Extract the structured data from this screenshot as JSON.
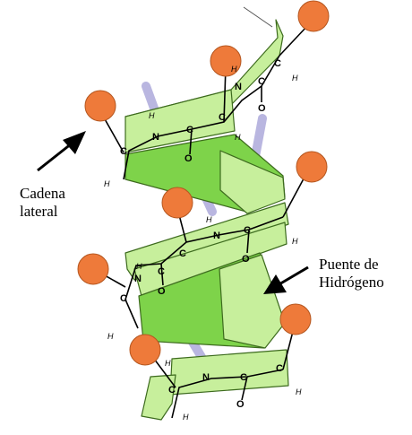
{
  "labels": {
    "side_chain": [
      "Cadena",
      "lateral"
    ],
    "hydrogen_bond": [
      "Puente de",
      "Hidrógeno"
    ]
  },
  "atoms": {
    "nitrogen": "N",
    "carbon": "C",
    "oxygen": "O",
    "hydrogen": "H"
  },
  "colors": {
    "ribbon_light": "#c7ef9c",
    "ribbon_dark": "#7ed34a",
    "ribbon_edge": "#3d6b1e",
    "side_chain_ball": "#ee7a3a",
    "side_chain_outline": "#b4561f",
    "hydrogen_bond": "#b9b6e0",
    "backbone": "#000000",
    "background": "#ffffff"
  }
}
